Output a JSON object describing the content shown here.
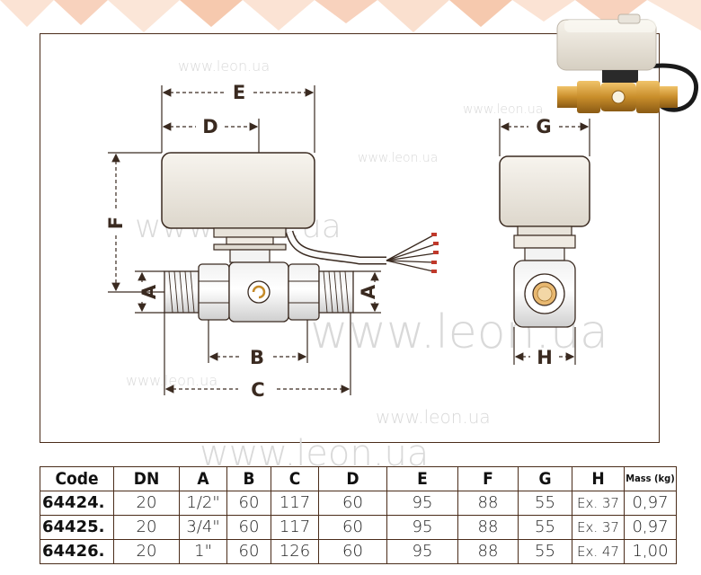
{
  "watermark": "www.leon.ua",
  "dimension_labels": {
    "E": "E",
    "D": "D",
    "F": "F",
    "A_left": "A",
    "A_right": "A",
    "B": "B",
    "C": "C",
    "G": "G",
    "H": "H"
  },
  "table": {
    "headers": [
      "Code",
      "DN",
      "A",
      "B",
      "C",
      "D",
      "E",
      "F",
      "G",
      "H",
      "Mass (kg)"
    ],
    "rows": [
      [
        "64424.",
        "20",
        "1/2\"",
        "60",
        "117",
        "60",
        "95",
        "88",
        "55",
        "Ex. 37",
        "0,97"
      ],
      [
        "64425.",
        "20",
        "3/4\"",
        "60",
        "117",
        "60",
        "95",
        "88",
        "55",
        "Ex. 37",
        "0,97"
      ],
      [
        "64426.",
        "20",
        "1\"",
        "60",
        "126",
        "60",
        "95",
        "88",
        "55",
        "Ex. 47",
        "1,00"
      ]
    ]
  },
  "colors": {
    "frame": "#4a2c1a",
    "actuator": "#f2eee6",
    "brass": "#c98e2b",
    "pattern_light": "#f9d7c3",
    "pattern_dark": "#f3b99a"
  }
}
